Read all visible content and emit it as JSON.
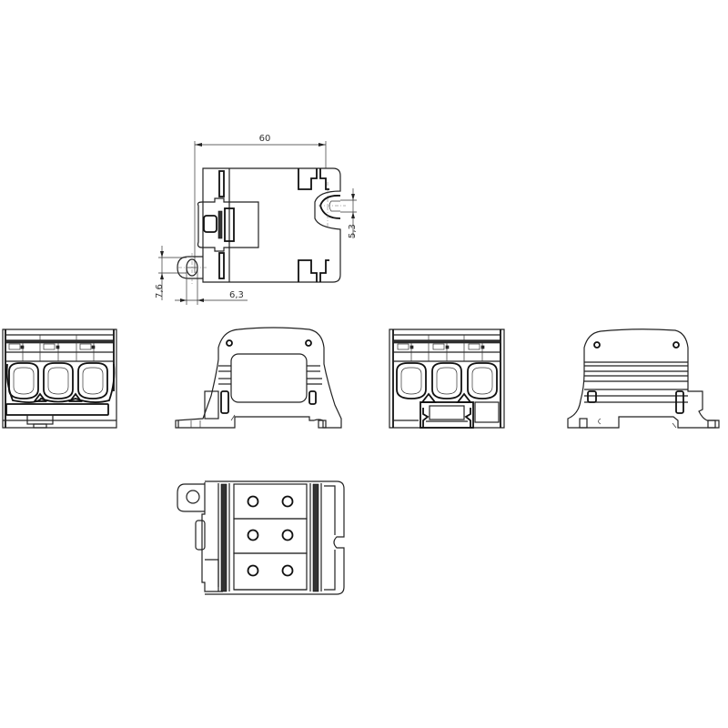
{
  "drawing": {
    "type": "orthographic multi-view technical drawing",
    "subject": "distribution terminal block",
    "stroke_color": "#222222",
    "background": "#ffffff",
    "views": [
      {
        "id": "side-view-top",
        "label": "Side view with dimensions"
      },
      {
        "id": "front-view-left",
        "label": "Front view (terminal openings)"
      },
      {
        "id": "end-view-left",
        "label": "End view (left)"
      },
      {
        "id": "rear-view",
        "label": "Rear view (terminal openings, DIN clip)"
      },
      {
        "id": "end-view-right",
        "label": "End view (right, ribbed)"
      },
      {
        "id": "top-view",
        "label": "Top view (screw heads)"
      }
    ],
    "dimensions": {
      "overall_width": "60",
      "slot_width": "5,3",
      "hole_height": "7,6",
      "hole_width": "6,3"
    },
    "terminals": {
      "openings_per_front": 3,
      "screw_rows": 3,
      "screws_per_row": 2
    }
  }
}
